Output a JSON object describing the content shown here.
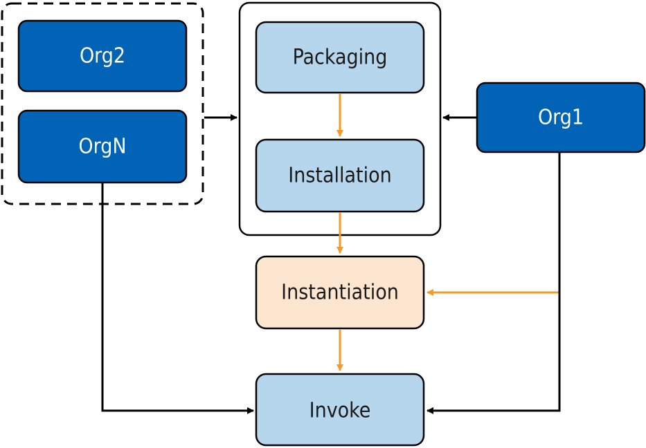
{
  "nodes": {
    "org2": "Org2",
    "orgn": "OrgN",
    "org1": "Org1",
    "packaging": "Packaging",
    "installation": "Installation",
    "instantiation": "Instantiation",
    "invoke": "Invoke"
  },
  "colors": {
    "org_fill": "#0063b5",
    "org_stroke": "#000000",
    "step_fill": "#b5d6ec",
    "instantiation_fill": "#fde6cf",
    "arrow_black": "#000000",
    "arrow_orange": "#f59a23"
  }
}
